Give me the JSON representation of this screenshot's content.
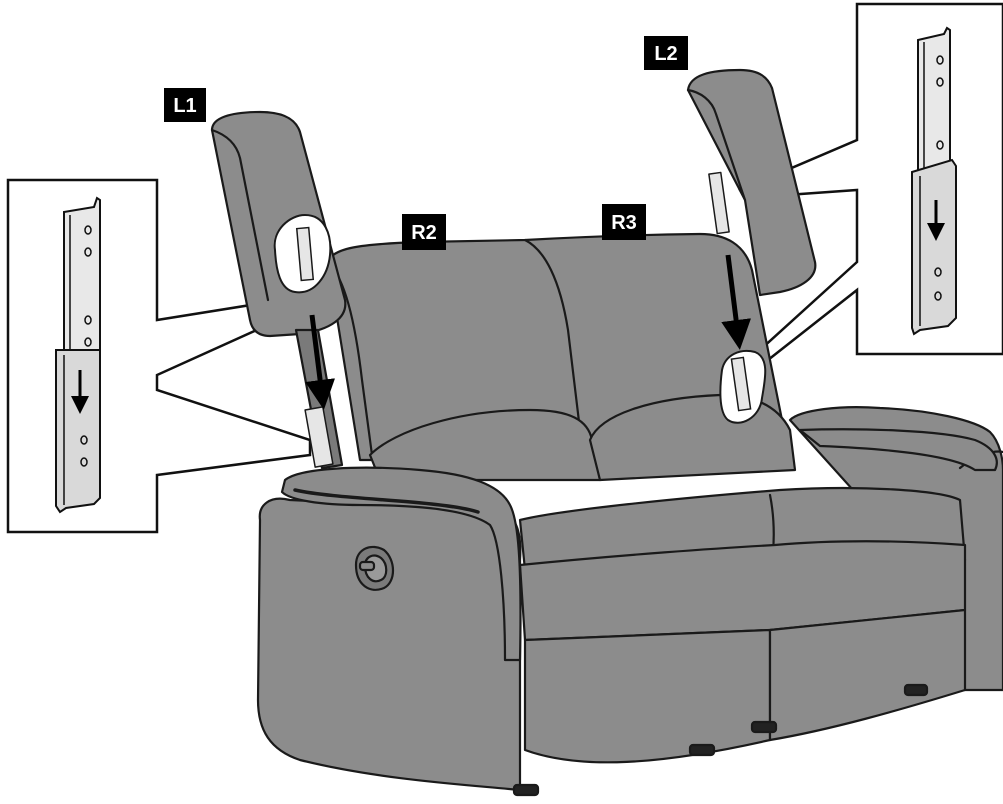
{
  "labels": {
    "l1": "L1",
    "l2": "L2",
    "r2": "R2",
    "r3": "R3"
  },
  "colors": {
    "upholstery": "#8c8c8c",
    "upholstery_dark": "#7a7a7a",
    "outline": "#1a1a1a",
    "bracket": "#e6e6e6",
    "label_bg": "#000000",
    "label_text": "#ffffff"
  },
  "icons": {
    "arrow_left_backrest": "arrow-down-icon",
    "arrow_right_backrest": "arrow-down-icon",
    "arrow_left_detail": "arrow-down-icon",
    "arrow_right_detail": "arrow-down-icon"
  }
}
